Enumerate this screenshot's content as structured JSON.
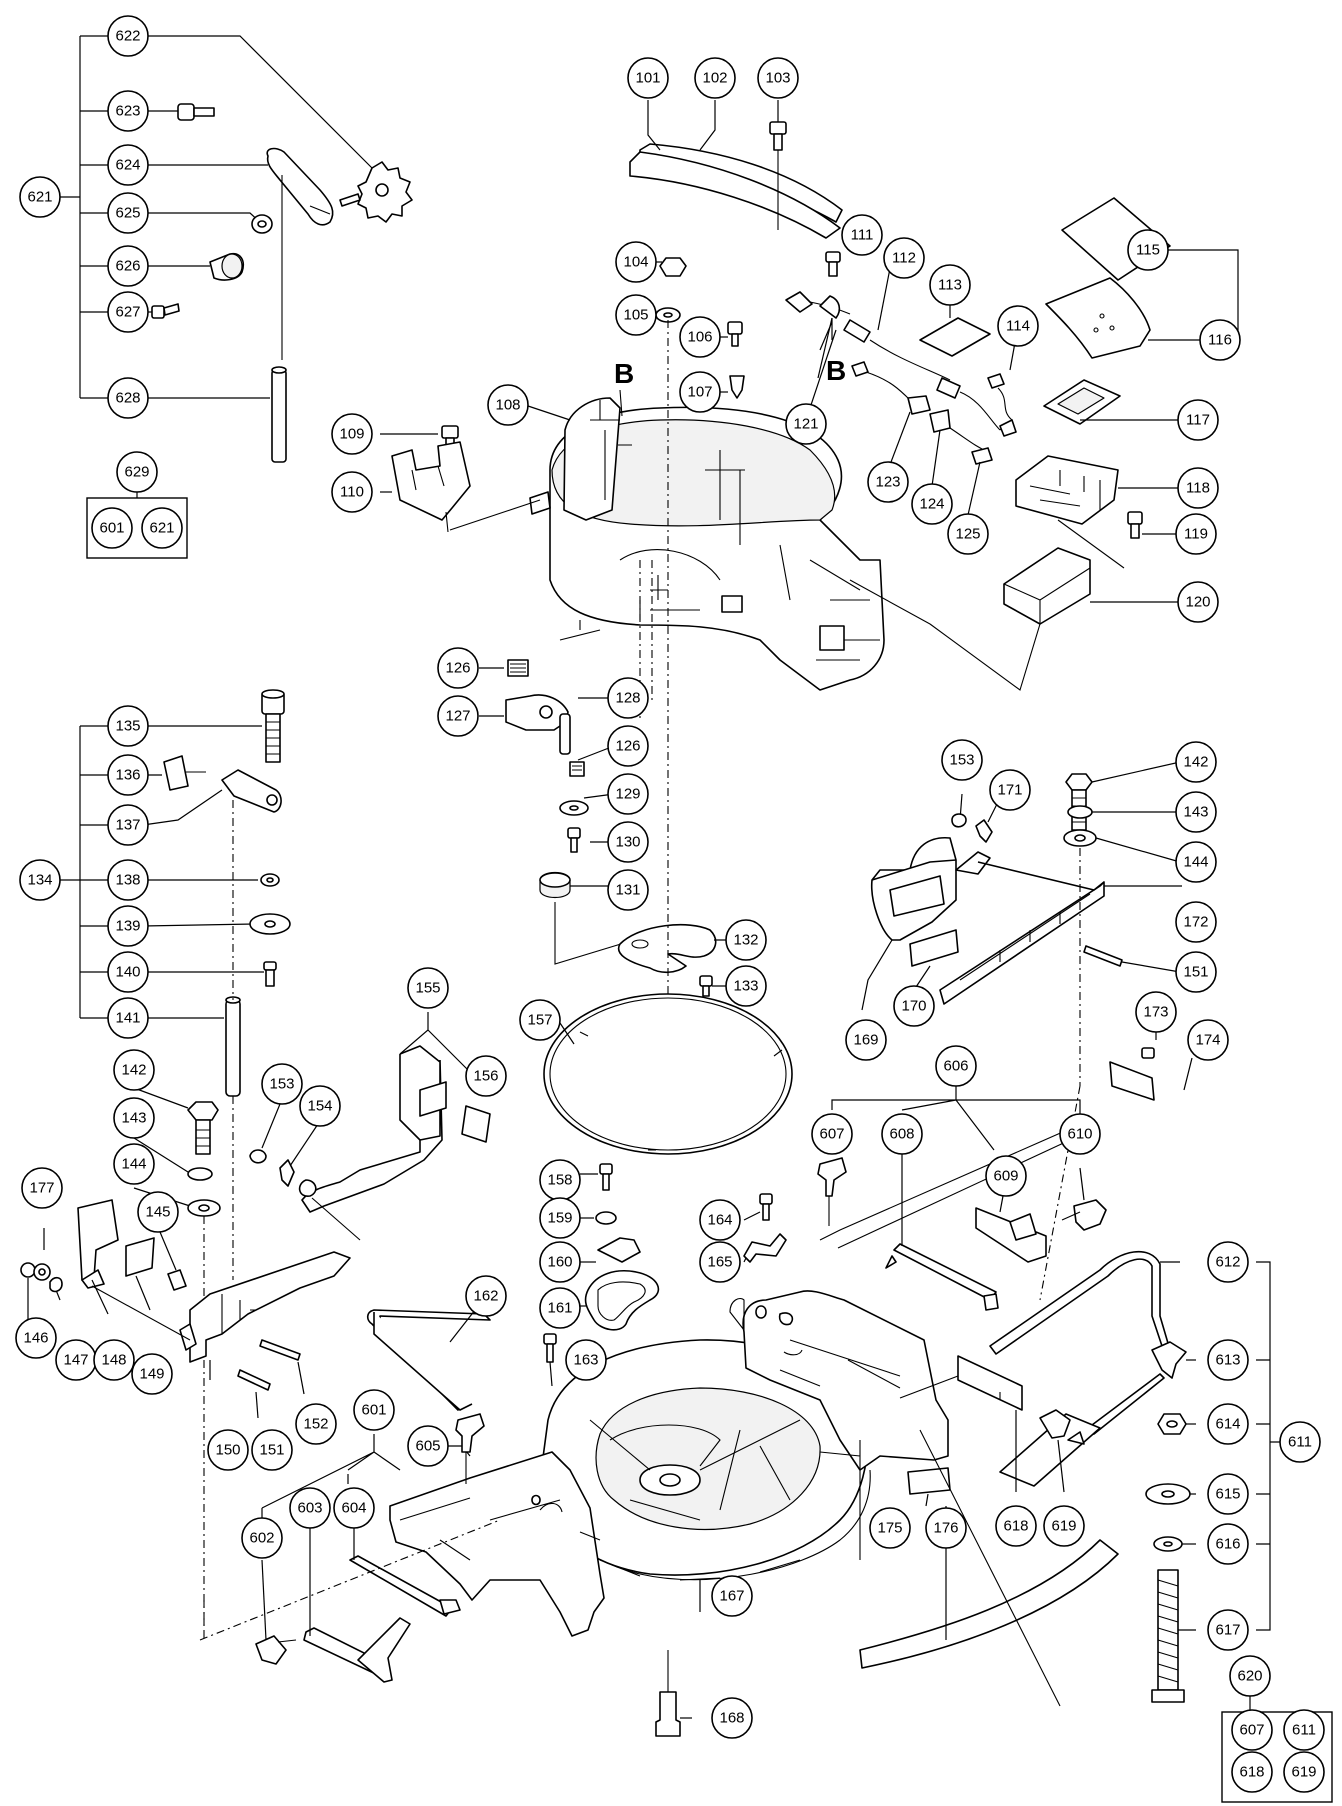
{
  "callouts": {
    "c622": "622",
    "c623": "623",
    "c624": "624",
    "c621": "621",
    "c625": "625",
    "c626": "626",
    "c627": "627",
    "c628": "628",
    "c629": "629",
    "c601a": "601",
    "c621a": "621",
    "c101": "101",
    "c102": "102",
    "c103": "103",
    "c104": "104",
    "c105": "105",
    "c106": "106",
    "c107": "107",
    "c108": "108",
    "c109": "109",
    "c110": "110",
    "c111": "111",
    "c112": "112",
    "c113": "113",
    "c114": "114",
    "c115": "115",
    "c116": "116",
    "c117": "117",
    "c118": "118",
    "c119": "119",
    "c120": "120",
    "c121": "121",
    "c123": "123",
    "c124": "124",
    "c125": "125",
    "c126a": "126",
    "c127": "127",
    "c128": "128",
    "c126b": "126",
    "c129": "129",
    "c130": "130",
    "c131": "131",
    "c132": "132",
    "c133": "133",
    "c135": "135",
    "c136": "136",
    "c137": "137",
    "c134": "134",
    "c138": "138",
    "c139": "139",
    "c140": "140",
    "c141": "141",
    "c142a": "142",
    "c143a": "143",
    "c144a": "144",
    "c153a": "153",
    "c171": "171",
    "c172": "172",
    "c151a": "151",
    "c169": "169",
    "c170": "170",
    "c155": "155",
    "c156": "156",
    "c157": "157",
    "c142b": "142",
    "c153b": "153",
    "c154": "154",
    "c143b": "143",
    "c144b": "144",
    "c177": "177",
    "c145": "145",
    "c146": "146",
    "c147": "147",
    "c148": "148",
    "c149": "149",
    "c150": "150",
    "c151b": "151",
    "c152": "152",
    "c158": "158",
    "c159": "159",
    "c160": "160",
    "c161": "161",
    "c162": "162",
    "c163": "163",
    "c164": "164",
    "c165": "165",
    "c167": "167",
    "c168": "168",
    "c173": "173",
    "c174": "174",
    "c606": "606",
    "c607": "607",
    "c608": "608",
    "c609": "609",
    "c610": "610",
    "c612": "612",
    "c613": "613",
    "c614": "614",
    "c615": "615",
    "c616": "616",
    "c617": "617",
    "c611": "611",
    "c601": "601",
    "c605": "605",
    "c602": "602",
    "c603": "603",
    "c604": "604",
    "c175": "175",
    "c176": "176",
    "c618": "618",
    "c619": "619",
    "c620": "620",
    "c607a": "607",
    "c611a": "611",
    "c618a": "618",
    "c619a": "619"
  },
  "section_labels": {
    "b_left": "B",
    "b_right": "B"
  }
}
